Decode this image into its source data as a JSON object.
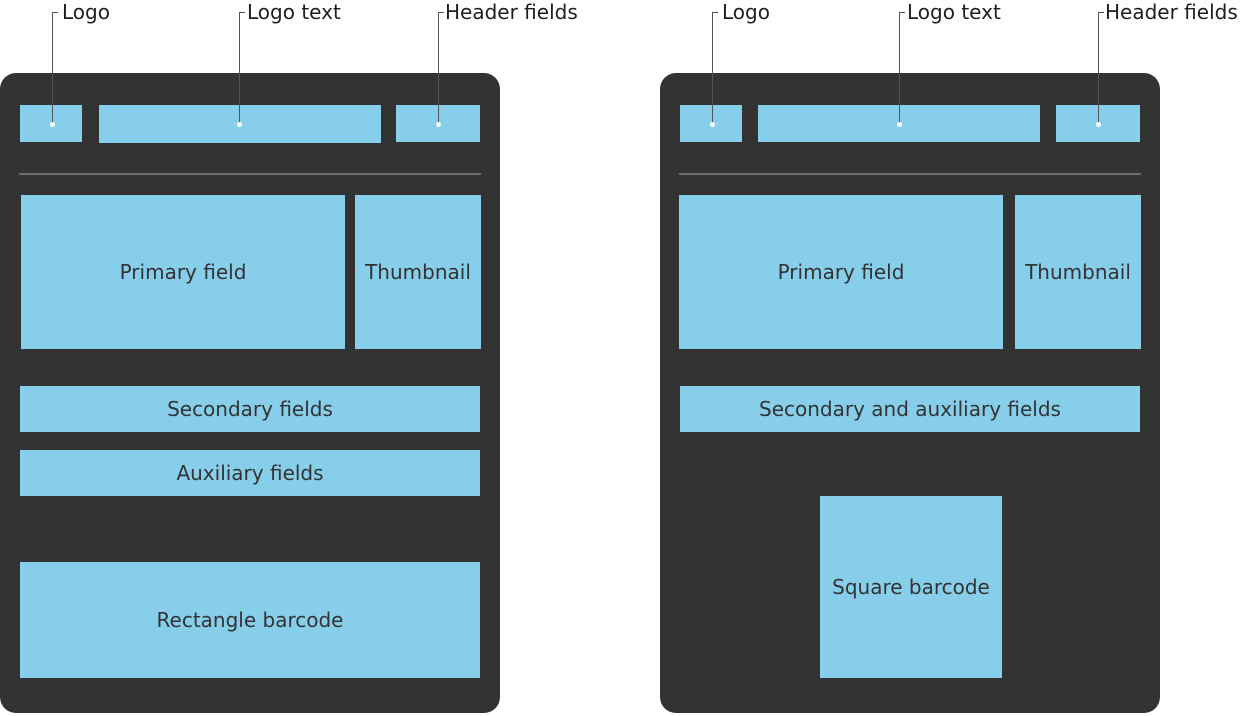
{
  "colors": {
    "card_background": "#333333",
    "field_fill": "#87ceeb",
    "field_text": "#333333",
    "divider": "#6e6e6e",
    "callout_line": "#555555"
  },
  "left_pass": {
    "callouts": {
      "logo": "Logo",
      "logo_text": "Logo text",
      "header_fields": "Header fields"
    },
    "fields": {
      "primary": "Primary field",
      "thumbnail": "Thumbnail",
      "secondary": "Secondary fields",
      "auxiliary": "Auxiliary fields",
      "barcode": "Rectangle barcode"
    }
  },
  "right_pass": {
    "callouts": {
      "logo": "Logo",
      "logo_text": "Logo text",
      "header_fields": "Header fields"
    },
    "fields": {
      "primary": "Primary field",
      "thumbnail": "Thumbnail",
      "secondary_auxiliary": "Secondary and auxiliary fields",
      "barcode": "Square barcode"
    }
  }
}
